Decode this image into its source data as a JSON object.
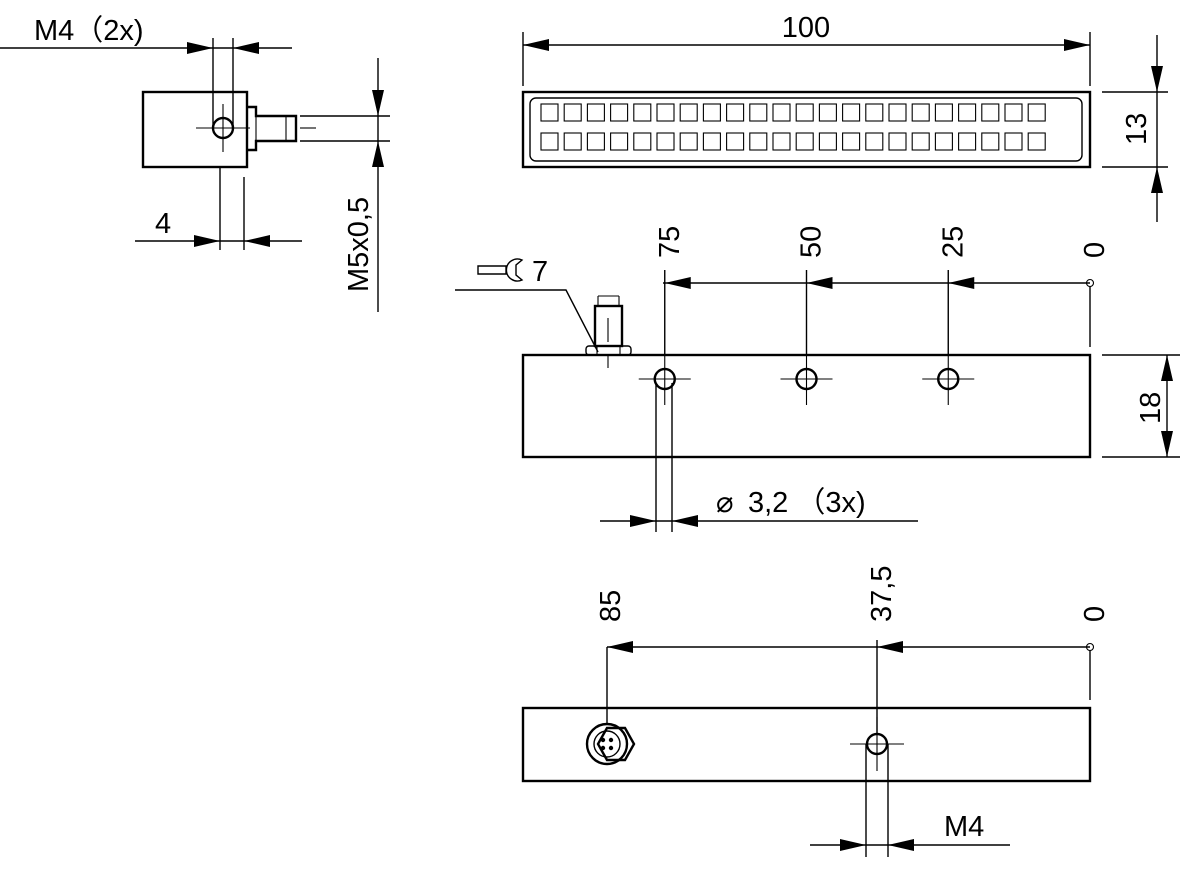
{
  "colors": {
    "line": "#000000",
    "background": "#ffffff"
  },
  "side_view": {
    "thread_label": "M4（2x)",
    "width_label": "4",
    "port_label": "M5x0,5"
  },
  "top_view": {
    "length_label": "100",
    "height_label": "13"
  },
  "front_view": {
    "wrench_icon": "wrench-icon",
    "wrench_label": "7",
    "positions": [
      "75",
      "50",
      "25",
      "0"
    ],
    "height_label": "18",
    "hole_label": "3,2 （3x)",
    "diameter_symbol": "⌀"
  },
  "bottom_view": {
    "positions": [
      "85",
      "37,5",
      "0"
    ],
    "thread_label": "M4"
  }
}
